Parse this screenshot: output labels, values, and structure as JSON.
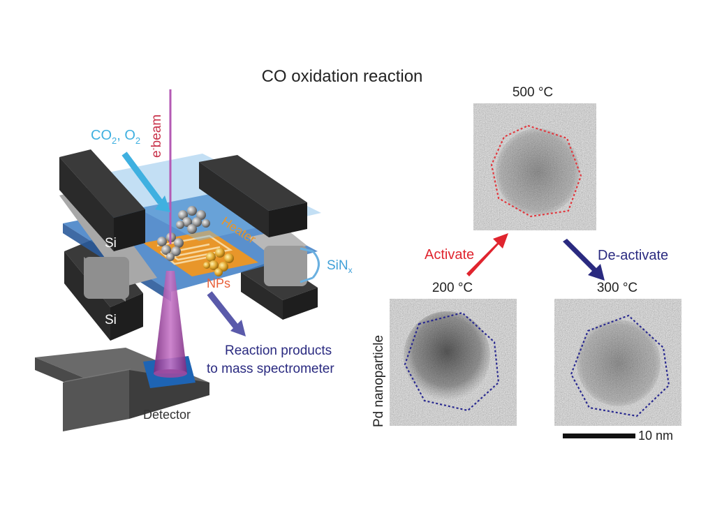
{
  "title": "CO oxidation reaction",
  "schematic": {
    "gas_in_main": "CO",
    "gas_in_sub1": "2",
    "gas_in_sep": ", O",
    "gas_in_sub2": "2",
    "beam_main": "e",
    "beam_sup": "-",
    "beam_rest": "beam",
    "si_top": "Si",
    "si_bottom": "Si",
    "heater": "Heater",
    "nps": "NPs",
    "sinx_main": "SiN",
    "sinx_sub": "x",
    "products_line1": "Reaction products",
    "products_line2": "to mass spectrometer",
    "detector": "Detector"
  },
  "micrographs": {
    "temp_top": "500 °C",
    "temp_left": "200 °C",
    "temp_right": "300 °C",
    "activate": "Activate",
    "deactivate": "De-activate",
    "side_label": "Pd nanoparticle",
    "scale": "10 nm"
  },
  "colors": {
    "gas": "#3fb0e0",
    "beam": "#b45ab4",
    "heater": "#e8962a",
    "nps": "#e8603a",
    "products": "#3a3a8a",
    "activate": "#e0242e",
    "deactivate": "#2a2a80",
    "outline_top": "#e03a40",
    "outline_blue": "#2a2a90"
  }
}
